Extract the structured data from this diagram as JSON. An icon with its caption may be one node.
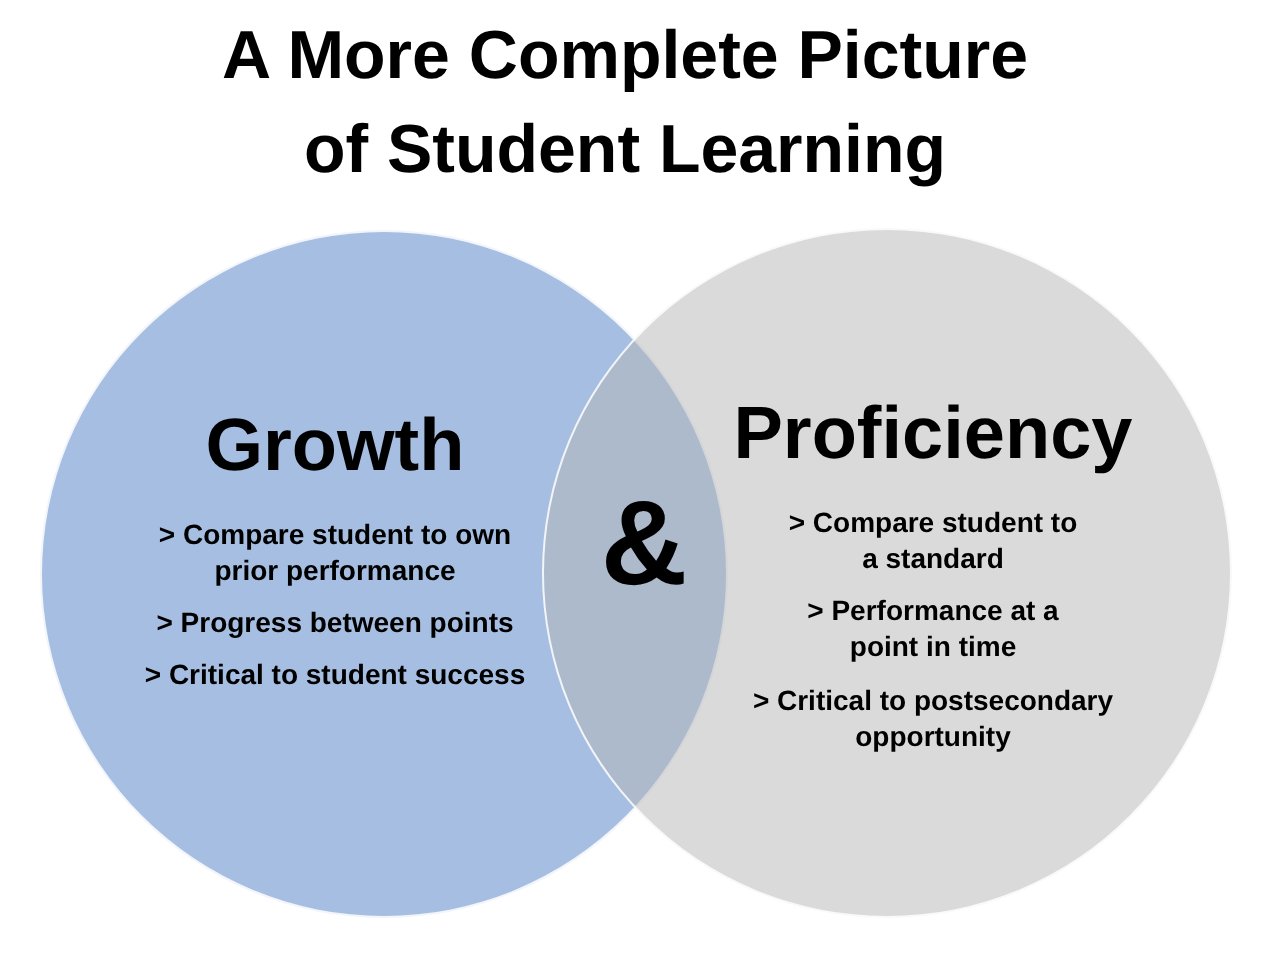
{
  "diagram": {
    "title": "A More Complete Picture of Student Learning",
    "nodes": [
      {
        "text": [
          "Growth",
          "> Compare student to own prior performance",
          "> Progress between points",
          "> Critical to student success"
        ]
      },
      {
        "text": [
          "Proficiency",
          "> Compare student to a standard",
          "> Performance at a point in time",
          "> Critical to postsecondary opportunity"
        ]
      }
    ],
    "labels": [
      "&"
    ]
  }
}
